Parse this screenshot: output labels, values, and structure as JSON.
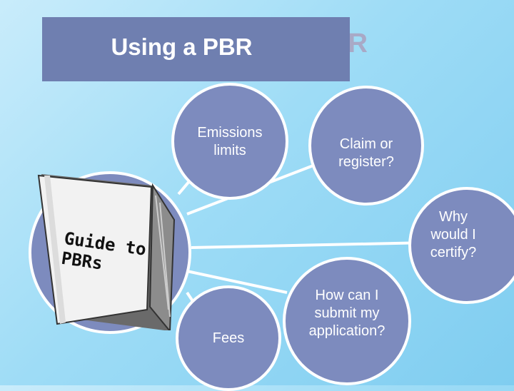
{
  "slide": {
    "title": "Using a PBR",
    "title_ghost": "BR"
  },
  "book": {
    "line1": "Guide to",
    "line2": "PBRs"
  },
  "nodes": {
    "emissions": "Emissions limits",
    "claim": "Claim or register?",
    "certify": "Why would I certify?",
    "submit": "How can I submit my application?",
    "fees": "Fees"
  },
  "colors": {
    "background": "#9edcf6",
    "title_box": "#6f7fb0",
    "node_fill": "#7d8bbe",
    "node_border": "#ffffff"
  }
}
